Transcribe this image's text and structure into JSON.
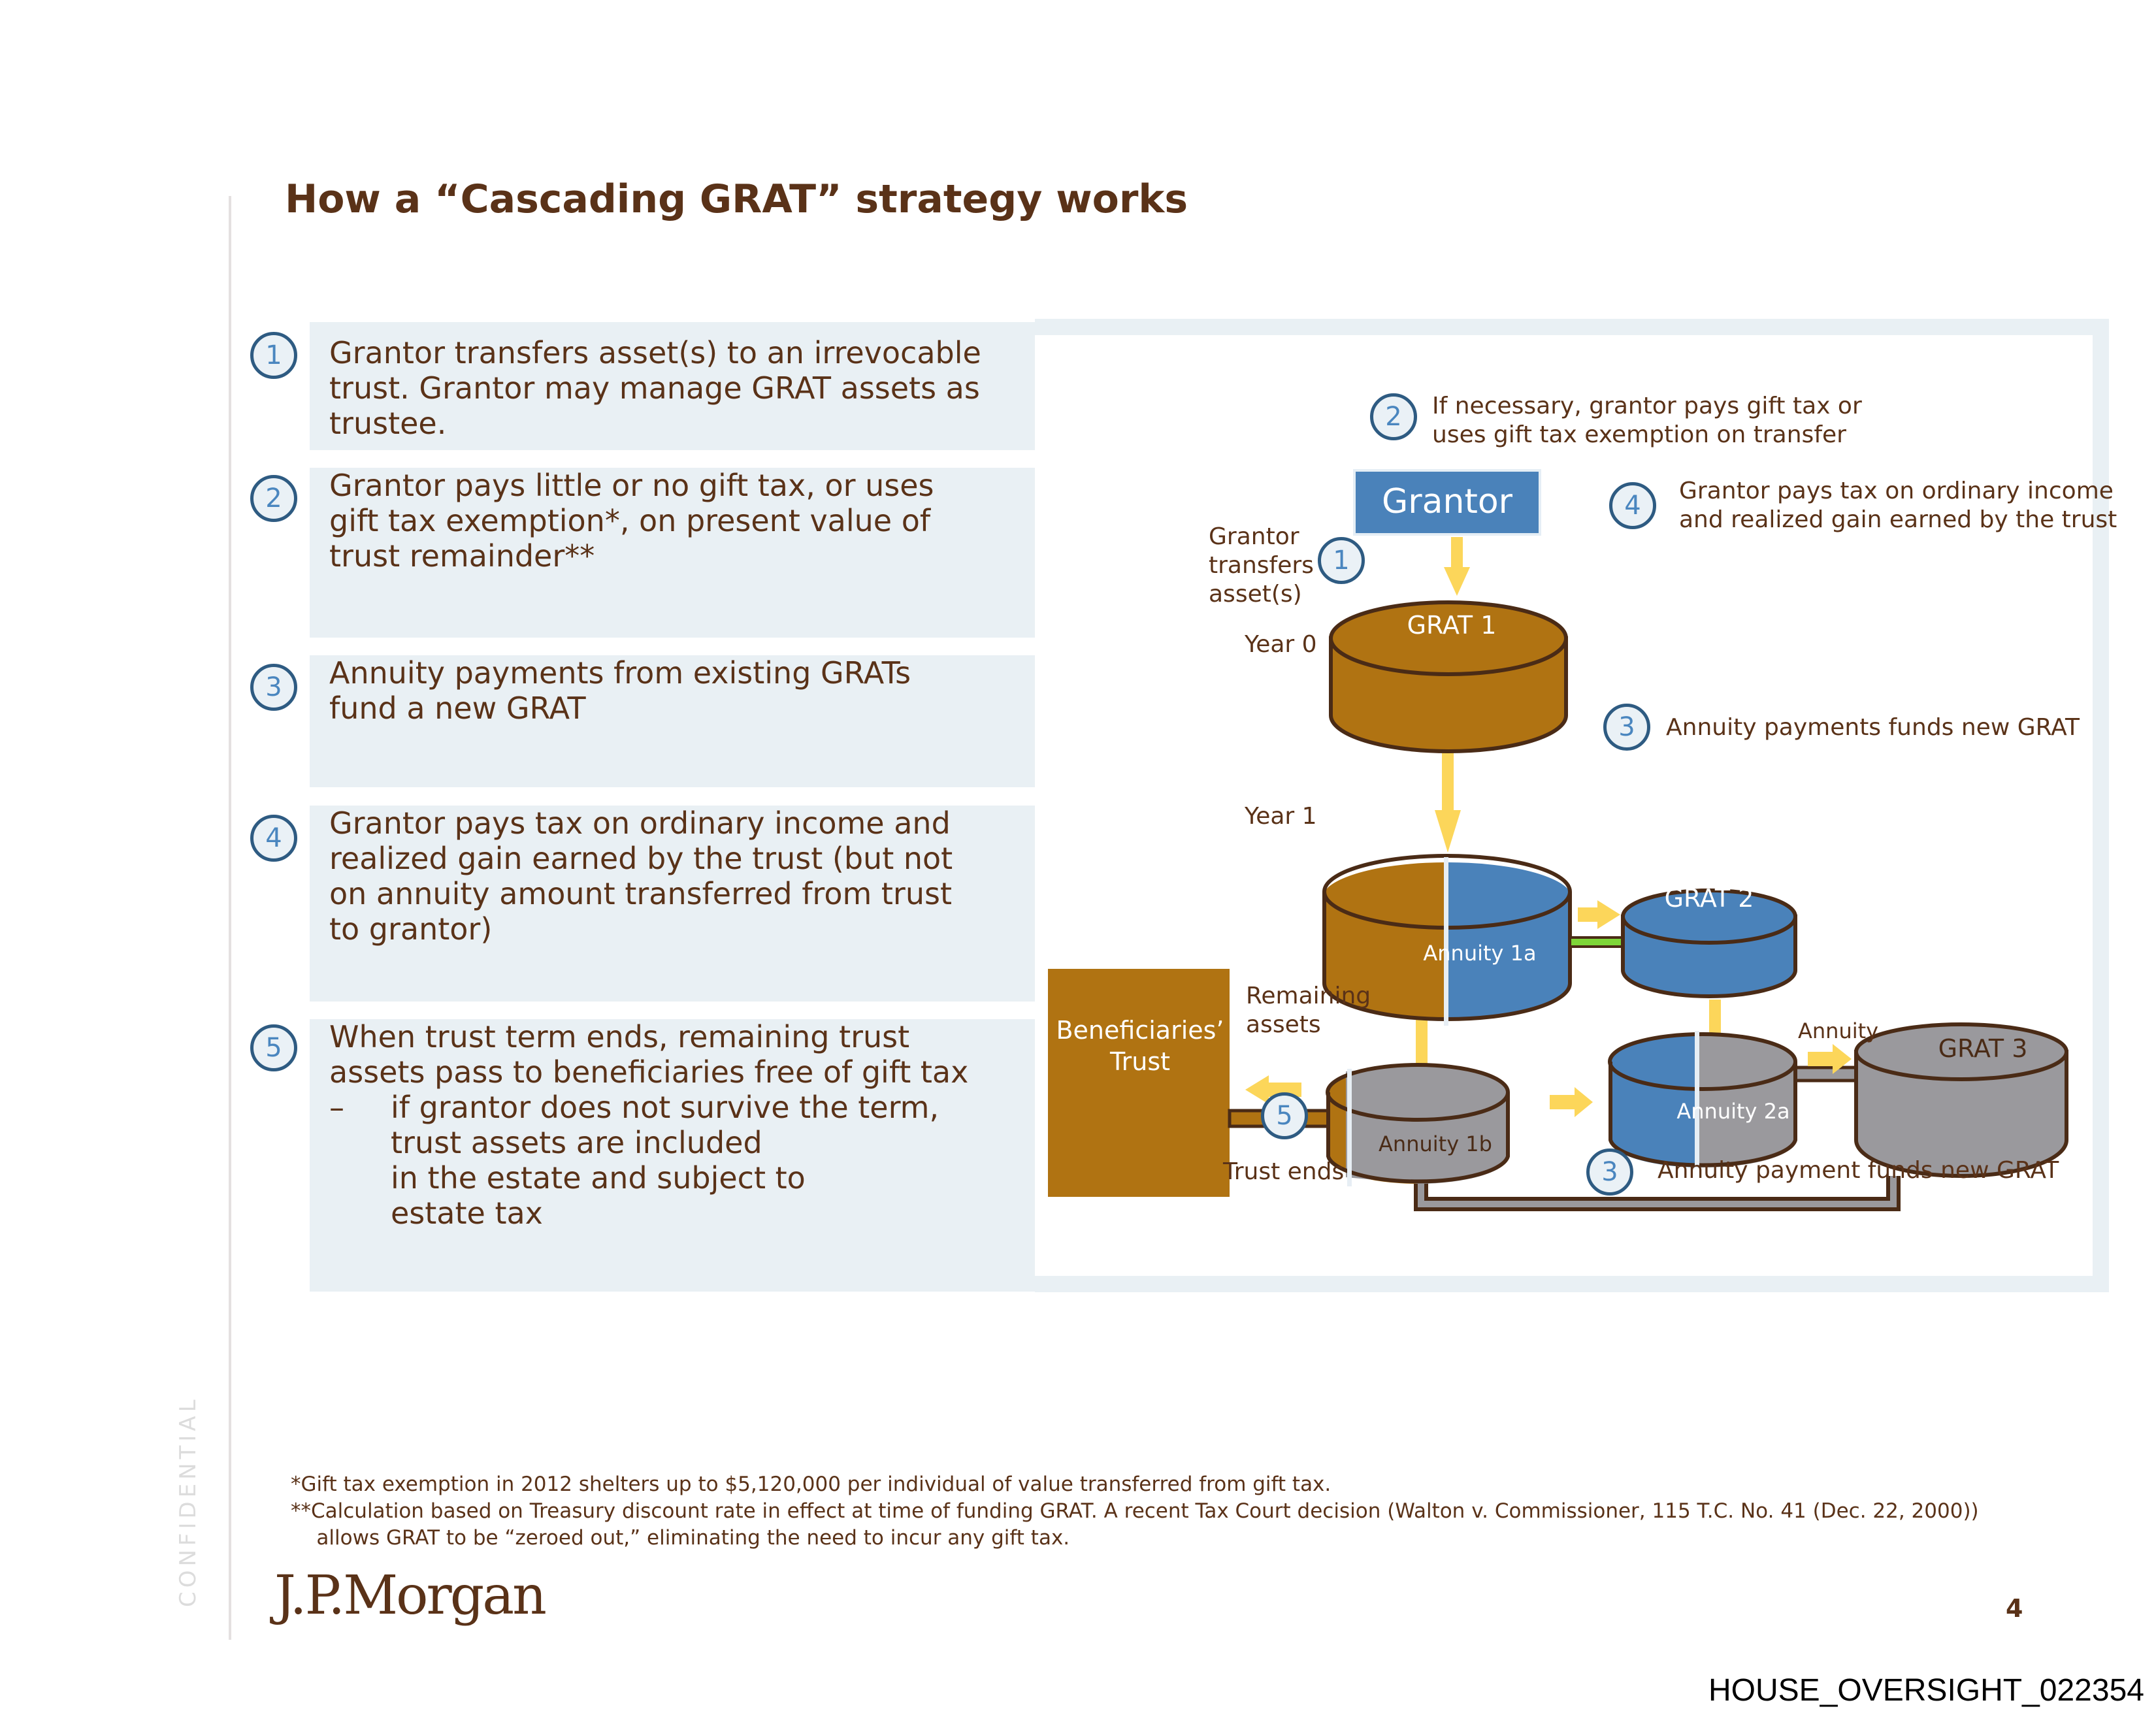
{
  "page": {
    "title": "How a “Cascading GRAT” strategy works",
    "confidential_label": "CONFIDENTIAL",
    "page_number": "4",
    "document_id": "HOUSE_OVERSIGHT_022354",
    "logo_text": "J.P.Morgan"
  },
  "steps": [
    {
      "number": "1",
      "lines": [
        "Grantor transfers asset(s) to an irrevocable",
        "trust. Grantor may manage GRAT assets as",
        "trustee."
      ]
    },
    {
      "number": "2",
      "lines": [
        "Grantor pays little or no gift tax, or uses",
        "gift tax exemption*, on present value of",
        "trust remainder**"
      ]
    },
    {
      "number": "3",
      "lines": [
        "Annuity payments from existing GRATs",
        "fund a new GRAT"
      ]
    },
    {
      "number": "4",
      "lines": [
        "Grantor pays tax on ordinary income and",
        "realized gain earned by the trust (but not",
        "on annuity amount transferred from trust",
        "to grantor)"
      ]
    },
    {
      "number": "5",
      "lines": [
        "When trust term ends, remaining trust",
        "assets pass to beneficiaries free of gift tax"
      ],
      "sub_bullet": {
        "dash": "–",
        "lines": [
          "if grantor does not survive the term,",
          "trust assets are included",
          "in the estate and subject to",
          "estate tax"
        ]
      }
    }
  ],
  "diagram": {
    "callout_2": {
      "number": "2",
      "lines": [
        "If necessary, grantor pays gift tax or",
        "uses gift tax exemption on transfer"
      ]
    },
    "callout_4": {
      "number": "4",
      "lines": [
        "Grantor pays tax on ordinary income",
        "and realized gain earned by the trust"
      ]
    },
    "callout_1": {
      "number": "1",
      "lines": [
        "Grantor",
        "transfers",
        "asset(s)"
      ]
    },
    "callout_3_top": {
      "number": "3",
      "text": "Annuity payments funds new GRAT"
    },
    "callout_3_bottom": {
      "number": "3",
      "text": "Annuity payment funds new GRAT"
    },
    "callout_5": {
      "number": "5",
      "text": "Trust ends"
    },
    "grantor_box": "Grantor",
    "year0_label": "Year 0",
    "year1_label": "Year 1",
    "grat1_label": "GRAT 1",
    "grat2_label": "GRAT 2",
    "grat3_label": "GRAT 3",
    "annuity_1a_label": "Annuity 1a",
    "annuity_1b_label": "Annuity 1b",
    "annuity_2a_label": "Annuity 2a",
    "annuity_arrow_label": "Annuity",
    "remaining_assets_lines": [
      "Remaining",
      "assets"
    ],
    "beneficiaries_lines": [
      "Beneficiaries’",
      "Trust"
    ],
    "colors": {
      "brown": "#b07312",
      "blue": "#4a82ba",
      "gray": "#9a999d",
      "outline": "#4a2b16",
      "arrow": "#fcd65a",
      "connector_green": "#7ed638"
    }
  },
  "footnotes": [
    "*Gift tax exemption in 2012 shelters up to $5,120,000  per individual of value transferred from gift tax.",
    "**Calculation based on Treasury discount rate in effect at time of funding GRAT. A recent Tax Court decision (Walton v. Commissioner, 115 T.C. No. 41 (Dec. 22, 2000))",
    "    allows GRAT to be “zeroed out,” eliminating the need to incur any gift tax."
  ]
}
